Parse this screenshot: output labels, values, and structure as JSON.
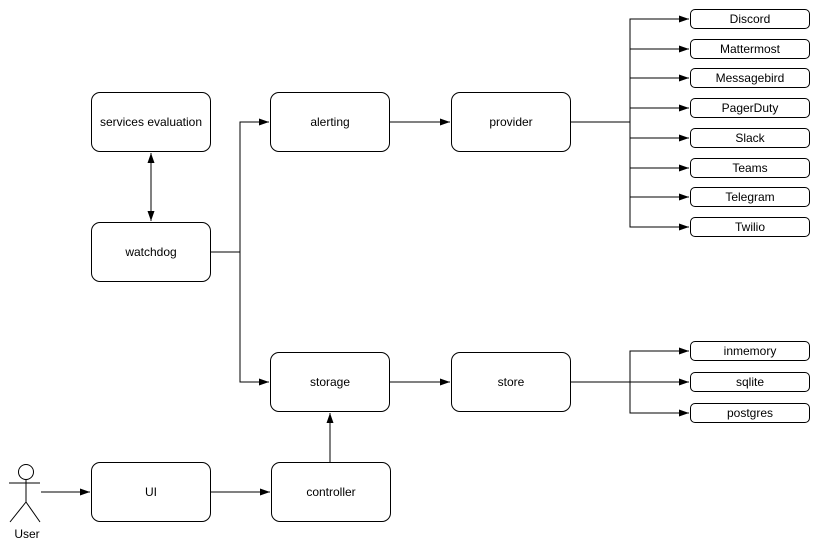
{
  "diagram": {
    "nodes": {
      "services_evaluation": "services evaluation",
      "watchdog": "watchdog",
      "alerting": "alerting",
      "provider": "provider",
      "storage": "storage",
      "store": "store",
      "ui": "UI",
      "controller": "controller"
    },
    "actor": {
      "label": "User"
    },
    "provider_targets": [
      "Discord",
      "Mattermost",
      "Messagebird",
      "PagerDuty",
      "Slack",
      "Teams",
      "Telegram",
      "Twilio"
    ],
    "store_targets": [
      "inmemory",
      "sqlite",
      "postgres"
    ],
    "edges": [
      {
        "from": "services evaluation",
        "to": "watchdog",
        "bidirectional": true
      },
      {
        "from": "watchdog",
        "to": "alerting",
        "bidirectional": false
      },
      {
        "from": "watchdog",
        "to": "storage",
        "bidirectional": false
      },
      {
        "from": "alerting",
        "to": "provider",
        "bidirectional": false
      },
      {
        "from": "provider",
        "to": "Discord",
        "bidirectional": false
      },
      {
        "from": "provider",
        "to": "Mattermost",
        "bidirectional": false
      },
      {
        "from": "provider",
        "to": "Messagebird",
        "bidirectional": false
      },
      {
        "from": "provider",
        "to": "PagerDuty",
        "bidirectional": false
      },
      {
        "from": "provider",
        "to": "Slack",
        "bidirectional": false
      },
      {
        "from": "provider",
        "to": "Teams",
        "bidirectional": false
      },
      {
        "from": "provider",
        "to": "Telegram",
        "bidirectional": false
      },
      {
        "from": "provider",
        "to": "Twilio",
        "bidirectional": false
      },
      {
        "from": "storage",
        "to": "store",
        "bidirectional": false
      },
      {
        "from": "store",
        "to": "inmemory",
        "bidirectional": false
      },
      {
        "from": "store",
        "to": "sqlite",
        "bidirectional": false
      },
      {
        "from": "store",
        "to": "postgres",
        "bidirectional": false
      },
      {
        "from": "controller",
        "to": "storage",
        "bidirectional": false
      },
      {
        "from": "UI",
        "to": "controller",
        "bidirectional": false
      },
      {
        "from": "User",
        "to": "UI",
        "bidirectional": false
      }
    ],
    "colors": {
      "stroke": "#000000",
      "node_fill": "#ffffff",
      "background": "#ffffff"
    }
  }
}
